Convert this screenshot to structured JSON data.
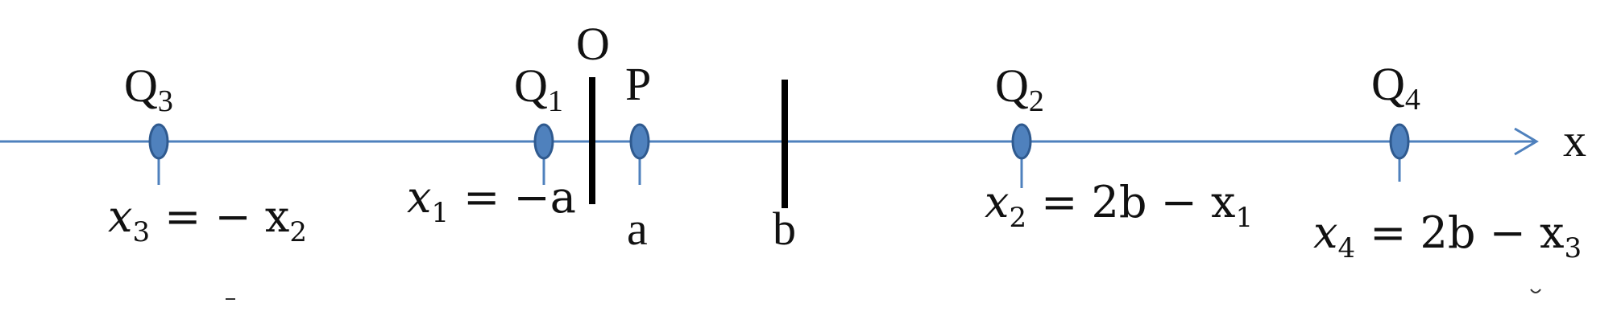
{
  "axis": {
    "label": "x",
    "color": "#4f81bd"
  },
  "origin": {
    "label": "O"
  },
  "walls": [
    {
      "name": "wall-at-origin"
    },
    {
      "name": "wall-at-b"
    }
  ],
  "charges": [
    {
      "name": "charge-q3",
      "label": "Q",
      "label_sub": "3",
      "position": "x",
      "position_sub": "3",
      "equation": "= − x",
      "equation_sub": "2"
    },
    {
      "name": "charge-q1",
      "label": "Q",
      "label_sub": "1",
      "position": "x",
      "position_sub": "1",
      "equation": "= −a",
      "equation_sub": ""
    },
    {
      "name": "charge-p",
      "label": "P",
      "label_sub": "",
      "below_label": "a"
    },
    {
      "name": "charge-q2",
      "label": "Q",
      "label_sub": "2",
      "position": "x",
      "position_sub": "2",
      "equation": "= 2b − x",
      "equation_sub": "1"
    },
    {
      "name": "charge-q4",
      "label": "Q",
      "label_sub": "4",
      "position": "x",
      "position_sub": "4",
      "equation": "= 2b − x",
      "equation_sub": "3"
    }
  ],
  "b_label": "b",
  "colors": {
    "dot_fill": "#4f81bd",
    "dot_stroke": "#2f5a8f",
    "wall": "#000000",
    "text": "#111111"
  }
}
